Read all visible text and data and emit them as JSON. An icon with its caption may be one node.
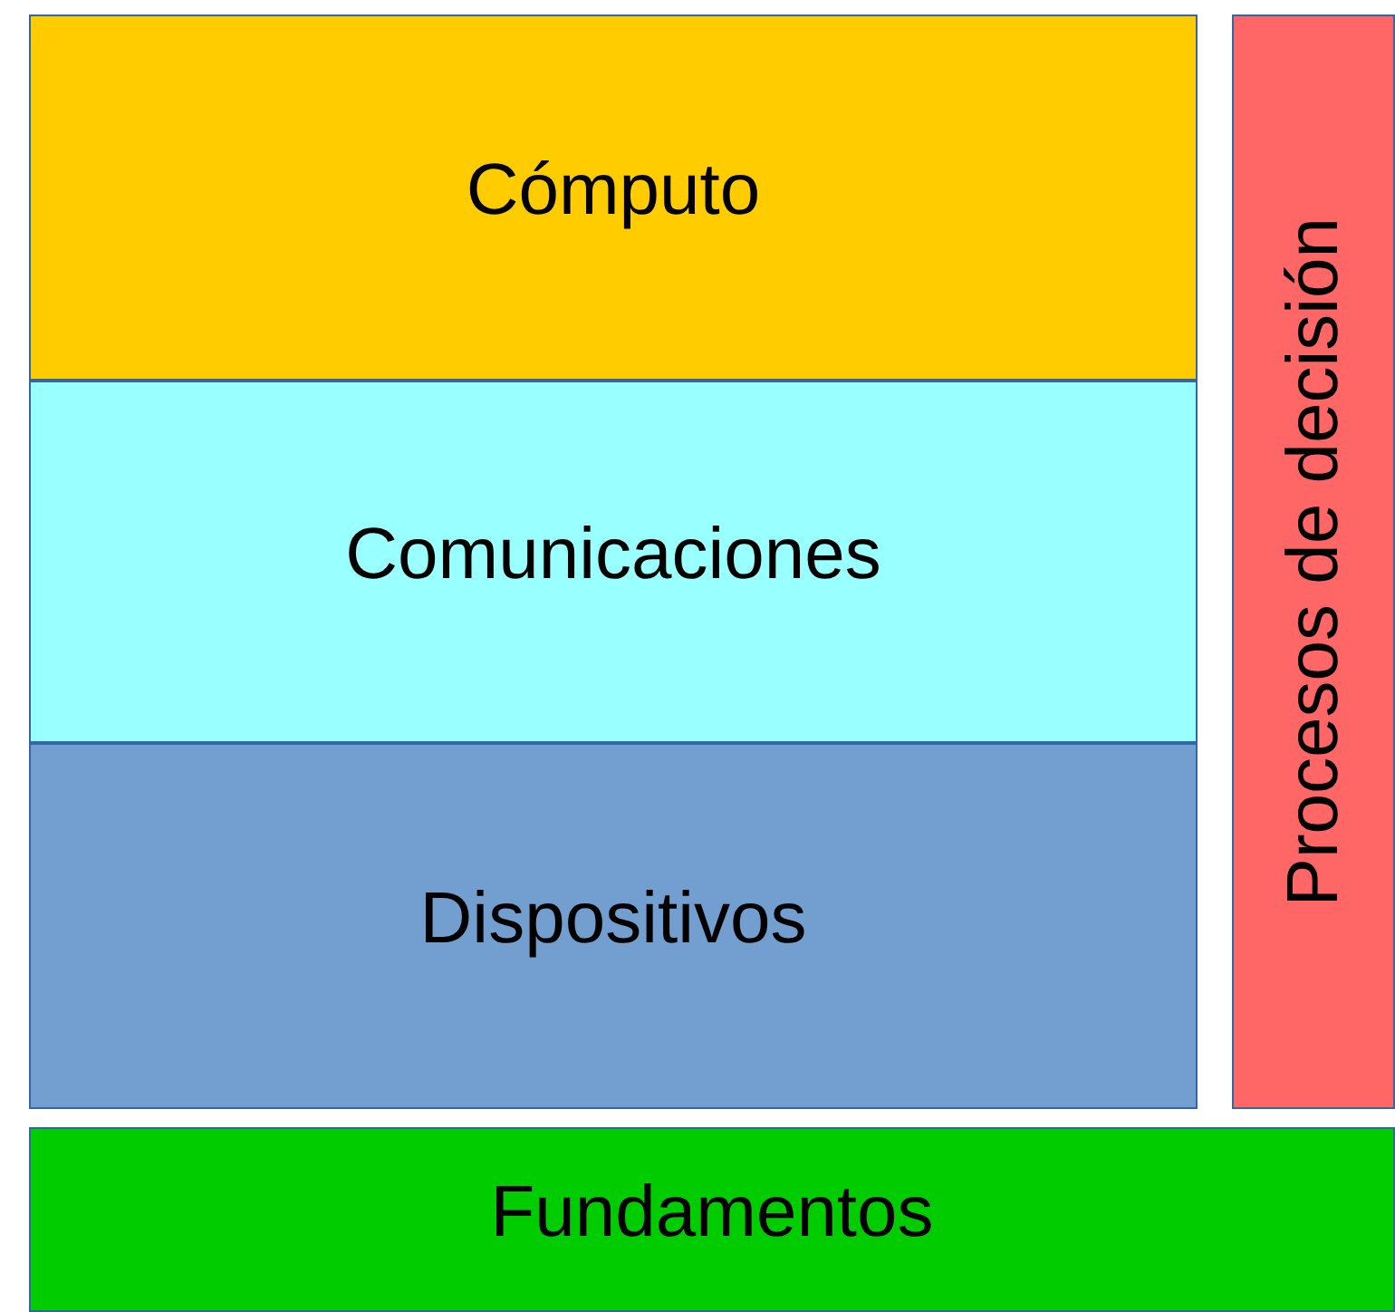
{
  "diagram": {
    "nodes": [
      {
        "text": [
          "Cómputo"
        ]
      },
      {
        "text": [
          "Comunicaciones"
        ]
      },
      {
        "text": [
          "Dispositivos"
        ]
      },
      {
        "text": [
          "Procesos de decisión"
        ]
      },
      {
        "text": [
          "Fundamentos"
        ]
      }
    ]
  }
}
